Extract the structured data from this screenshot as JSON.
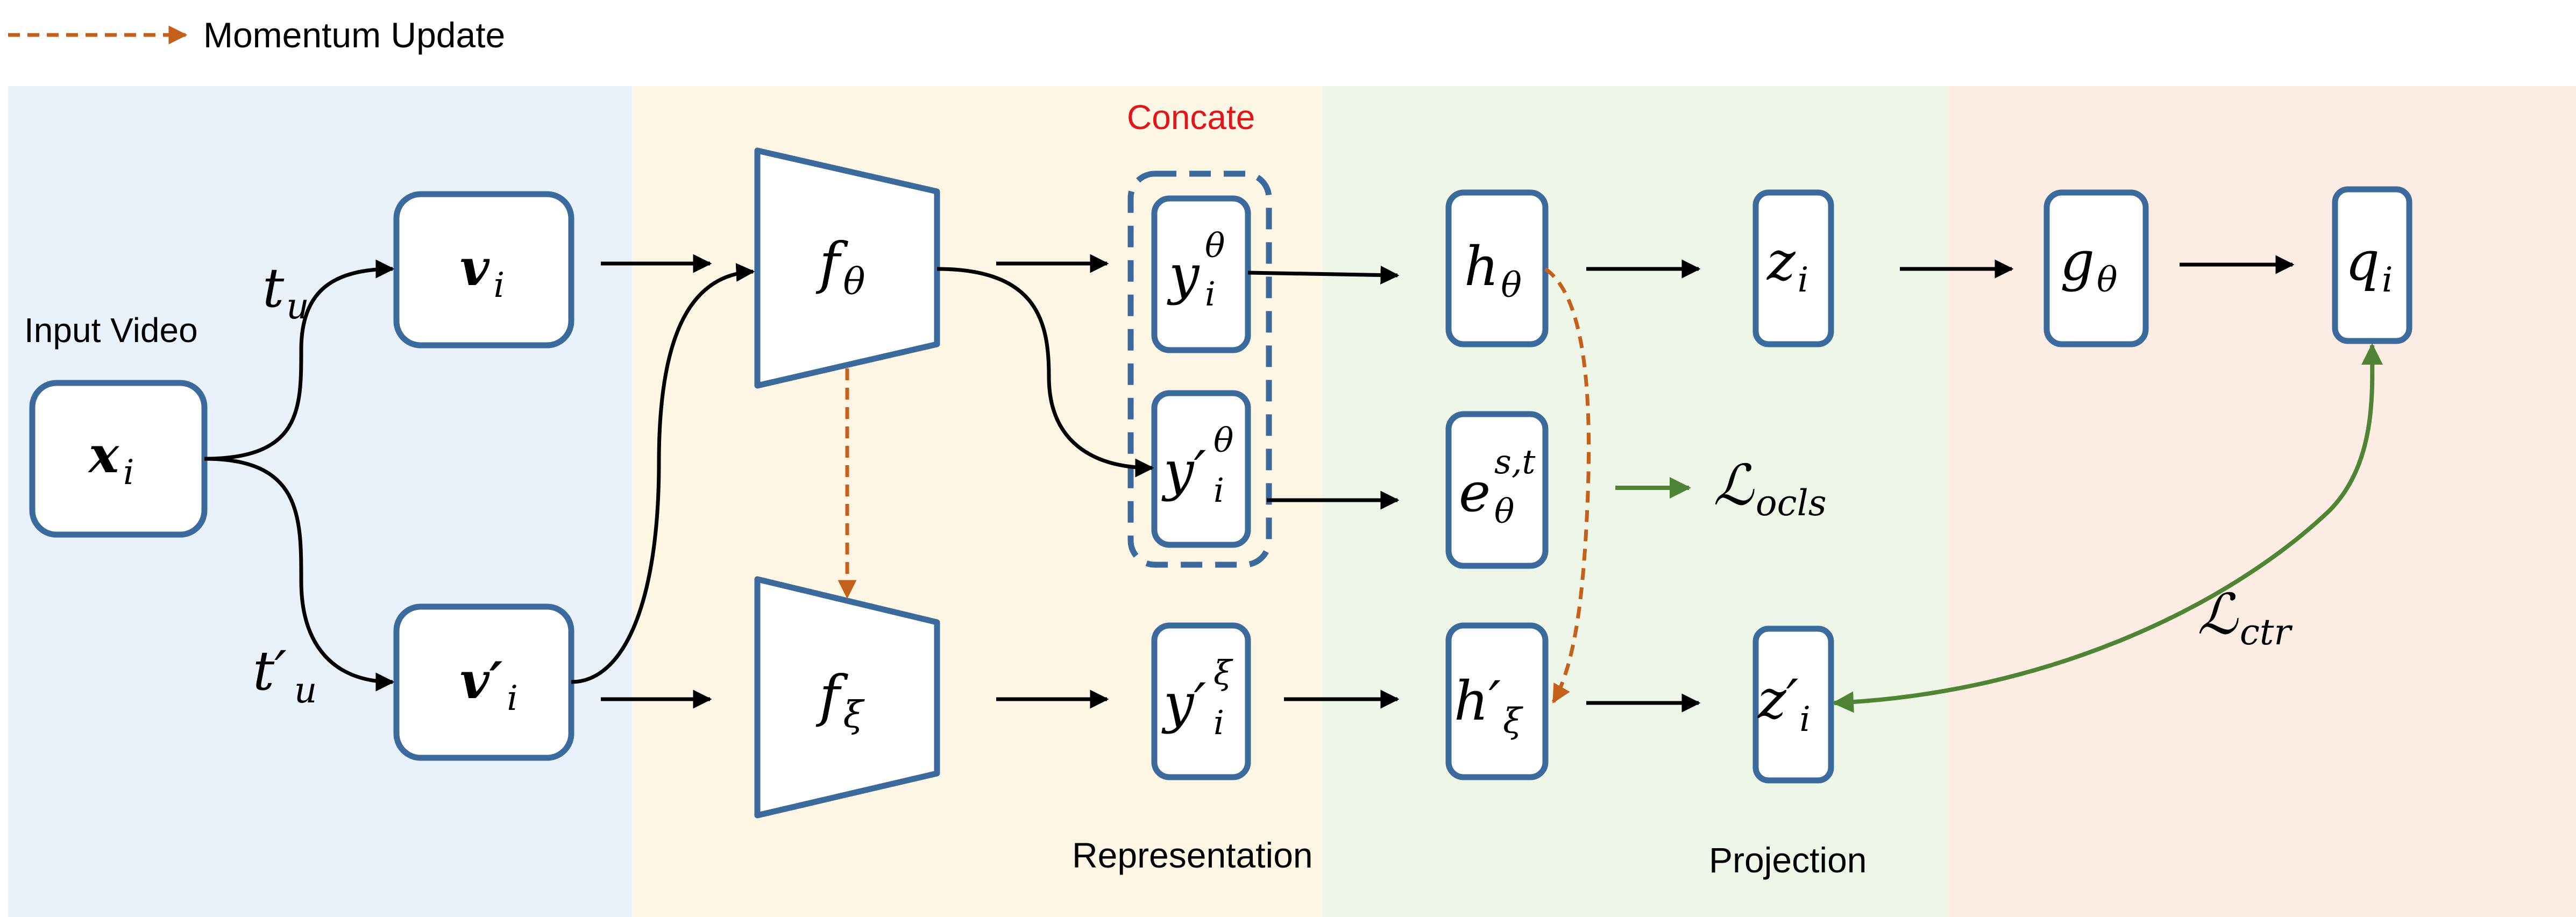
{
  "legend": {
    "momentum_label": "Momentum Update"
  },
  "labels": {
    "input_video": "Input Video",
    "concate": "Concate",
    "representation": "Representation",
    "projection": "Projection"
  },
  "nodes": {
    "x": "x",
    "x_sub": "i",
    "v": "v",
    "v_sub": "i",
    "vp": "v′",
    "vp_sub": "i",
    "f_theta": "f",
    "f_theta_sub": "θ",
    "f_xi": "f",
    "f_xi_sub": "ξ",
    "y_theta": "y",
    "y_theta_sub": "i",
    "y_theta_sup": "θ",
    "yp_theta": "y′",
    "yp_theta_sub": "i",
    "yp_theta_sup": "θ",
    "yp_xi": "y′",
    "yp_xi_sub": "i",
    "yp_xi_sup": "ξ",
    "h_theta": "h",
    "h_theta_sub": "θ",
    "hp_xi": "h′",
    "hp_xi_sub": "ξ",
    "e_theta": "e",
    "e_theta_sub": "θ",
    "e_theta_sup": "s,t",
    "z": "z",
    "z_sub": "i",
    "zp": "z′",
    "zp_sub": "i",
    "g_theta": "g",
    "g_theta_sub": "θ",
    "q": "q",
    "q_sub": "i"
  },
  "edges": {
    "t_u": "t",
    "t_u_sub": "u",
    "tp_u": "t′",
    "tp_u_sub": "u"
  },
  "losses": {
    "ocls": "ℒ",
    "ocls_sub": "ocls",
    "ctr": "ℒ",
    "ctr_sub": "ctr"
  },
  "colors": {
    "panel_input": "#e9f1fa",
    "panel_representation": "#fef6e4",
    "panel_projection": "#eef6e8",
    "panel_prediction": "#fcede4",
    "box_stroke": "#3d6a9c",
    "momentum_arrow": "#c5601c",
    "loss_arrow": "#4f8436",
    "concate_text": "#e0161b"
  }
}
